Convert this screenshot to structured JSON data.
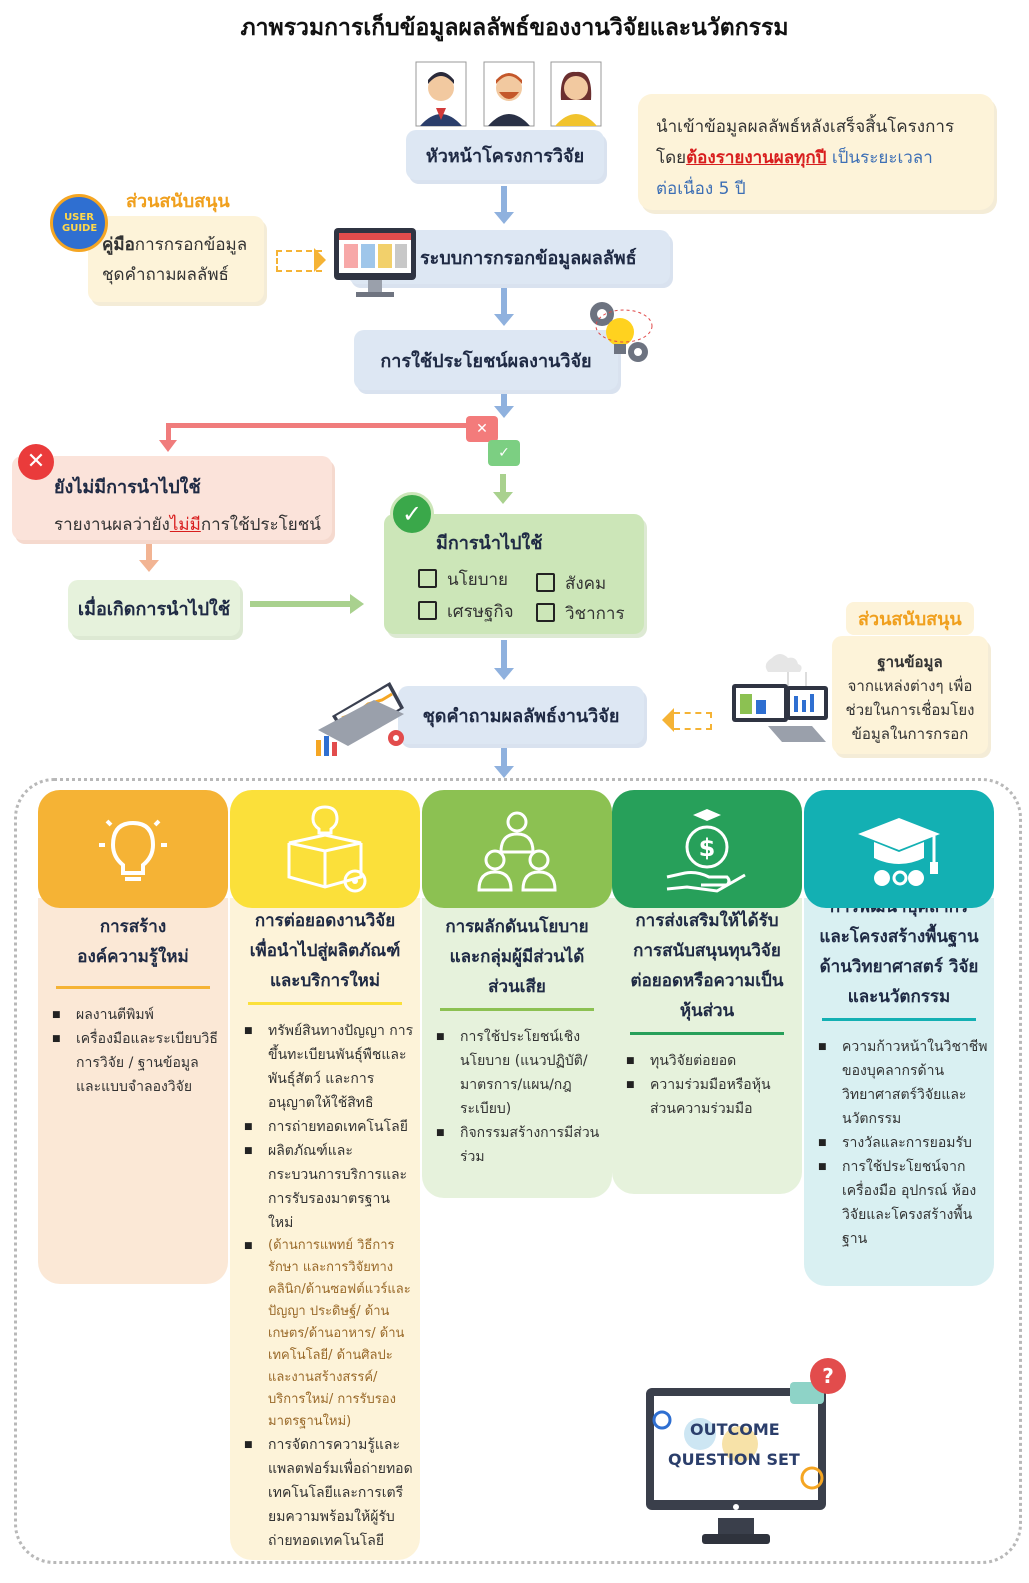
{
  "title": "ภาพรวมการเก็บข้อมูลผลลัพธ์ของงานวิจัยและนวัตกรรม",
  "head_box": "หัวหน้าโครงการวิจัย",
  "note": {
    "line1": "นำเข้าข้อมูลผลลัพธ์หลังเสร็จสิ้นโครงการ",
    "line2a": "โดย",
    "line2b": "ต้องรายงานผลทุกปี",
    "line2c": " เป็นระยะเวลา",
    "line3": "ต่อเนื่อง 5 ปี"
  },
  "support1": {
    "label": "ส่วนสนับสนุน",
    "badge": "USER GUIDE",
    "line1a": "คู่มือ",
    "line1b": "การกรอกข้อมูล",
    "line2": "ชุดคำถามผลลัพธ์"
  },
  "system_box": "ระบบการกรอกข้อมูลผลลัพธ์",
  "utilization_box": "การใช้ประโยชน์ผลงานวิจัย",
  "not_used": {
    "title": "ยังไม่มีการนำไปใช้",
    "desc_a": "รายงานผลว่ายัง",
    "desc_b": "ไม่มี",
    "desc_c": "การใช้ประโยชน์"
  },
  "when_used": "เมื่อเกิดการนำไปใช้",
  "used": {
    "title": "มีการนำไปใช้",
    "options": [
      "นโยบาย",
      "สังคม",
      "เศรษฐกิจ",
      "วิชาการ"
    ]
  },
  "support2": {
    "label": "ส่วนสนับสนุน",
    "title": "ฐานข้อมูล",
    "desc": [
      "จากแหล่งต่างๆ เพื่อ",
      "ช่วยในการเชื่อมโยง",
      "ข้อมูลในการกรอก"
    ]
  },
  "question_box": "ชุดคำถามผลลัพธ์งานวิจัย",
  "columns": [
    {
      "title": [
        "การสร้าง",
        "องค์ความรู้ใหม่"
      ],
      "items": [
        "ผลงานตีพิมพ์",
        "เครื่องมือและระเบียบวิธีการวิจัย / ฐานข้อมูลและแบบจำลองวิจัย"
      ]
    },
    {
      "title": [
        "การต่อยอดงานวิจัย",
        "เพื่อนำไปสู่ผลิตภัณฑ์",
        "และบริการใหม่"
      ],
      "items": [
        "ทรัพย์สินทางปัญญา การขึ้นทะเบียนพันธุ์พืชและพันธุ์สัตว์ และการอนุญาตให้ใช้สิทธิ",
        "การถ่ายทอดเทคโนโลยี",
        "ผลิตภัณฑ์และกระบวนการบริการและการรับรองมาตรฐานใหม่",
        "การจัดการความรู้และแพลตฟอร์มเพื่อถ่ายทอดเทคโนโลยีและการเตรียมความพร้อมให้ผู้รับถ่ายทอดเทคโนโลยี"
      ],
      "note": "(ด้านการแพทย์ วิธีการรักษา และการวิจัยทางคลินิก/ด้านซอฟต์แวร์และปัญญา ประดิษฐ์/ ด้านเกษตร/ด้านอาหาร/ ด้านเทคโนโลยี/ ด้านศิลปะและงานสร้างสรรค์/ บริการใหม่/ การรับรองมาตรฐานใหม่)"
    },
    {
      "title": [
        "การผลักดันนโยบาย",
        "และกลุ่มผู้มีส่วนได้",
        "ส่วนเสีย"
      ],
      "items": [
        "การใช้ประโยชน์เชิงนโยบาย (แนวปฏิบัติ/มาตรการ/แผน/กฎระเบียบ)",
        "กิจกรรมสร้างการมีส่วนร่วม"
      ]
    },
    {
      "title": [
        "การส่งเสริมให้ได้รับ",
        "การสนับสนุนทุนวิจัย",
        "ต่อยอดหรือความเป็น",
        "หุ้นส่วน"
      ],
      "items": [
        "ทุนวิจัยต่อยอด",
        "ความร่วมมือหรือหุ้นส่วนความร่วมมือ"
      ]
    },
    {
      "title": [
        "การพัฒนาบุคลากร",
        "และโครงสร้างพื้นฐาน",
        "ด้านวิทยาศาสตร์ วิจัย",
        "และนวัตกรรม"
      ],
      "items": [
        "ความก้าวหน้าในวิชาชีพของบุคลากรด้านวิทยาศาสตร์วิจัยและนวัตกรรม",
        "รางวัลและการยอมรับ",
        "การใช้ประโยชน์จากเครื่องมือ อุปกรณ์ ห้องวิจัยและโครงสร้างพื้นฐาน"
      ]
    }
  ],
  "monitor": {
    "line1": "OUTCOME",
    "line2": "QUESTION SET"
  },
  "colors": {
    "c1": "#f5b335",
    "c2": "#fbe03a",
    "c3": "#8cc152",
    "c4": "#27a05a",
    "c5": "#13b0b3"
  }
}
